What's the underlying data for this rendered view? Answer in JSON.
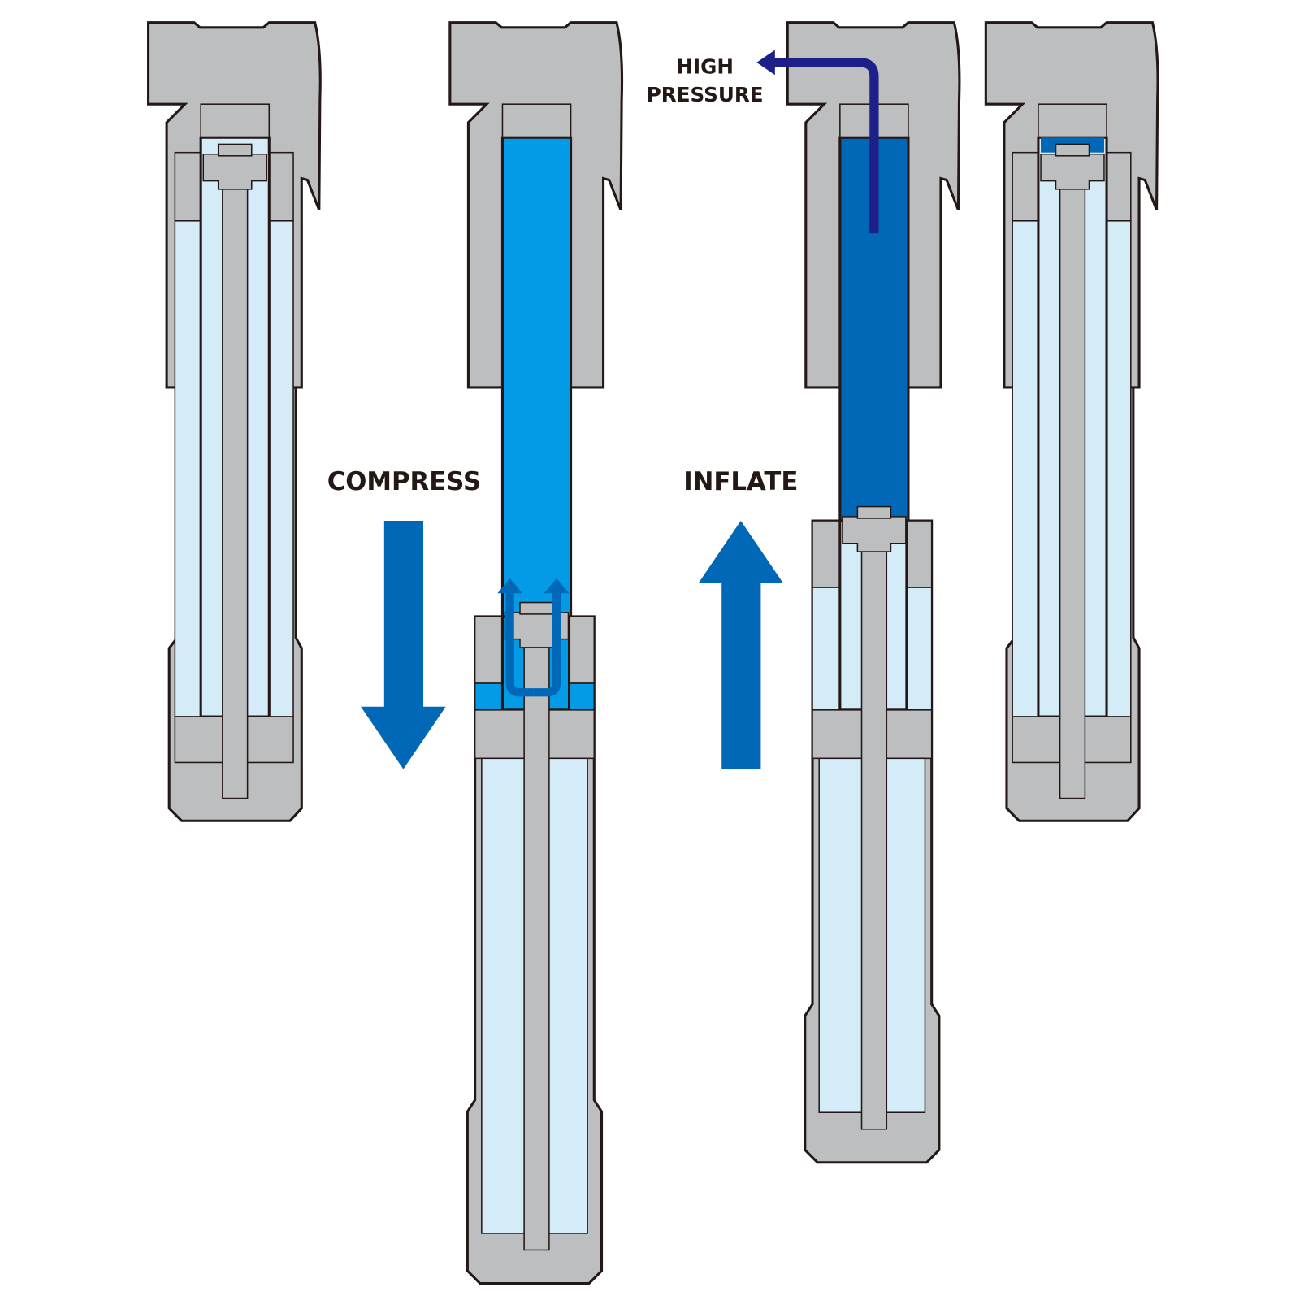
{
  "labels": {
    "compress": "COMPRESS",
    "inflate": "INFLATE",
    "high_pressure_line1": "HIGH",
    "high_pressure_line2": "PRESSURE"
  },
  "colors": {
    "metal": "#bcbec0",
    "outline": "#231815",
    "air_light": "#d4ebf8",
    "air_compressing": "#039be5",
    "air_high_pressure": "#0068b7",
    "arrow_motion": "#0068b7",
    "arrow_high_pressure": "#1d2088"
  },
  "stages": [
    {
      "id": "rest-collapsed"
    },
    {
      "id": "compress-extended"
    },
    {
      "id": "inflate-pushing"
    },
    {
      "id": "rest-collapsed-after"
    }
  ]
}
